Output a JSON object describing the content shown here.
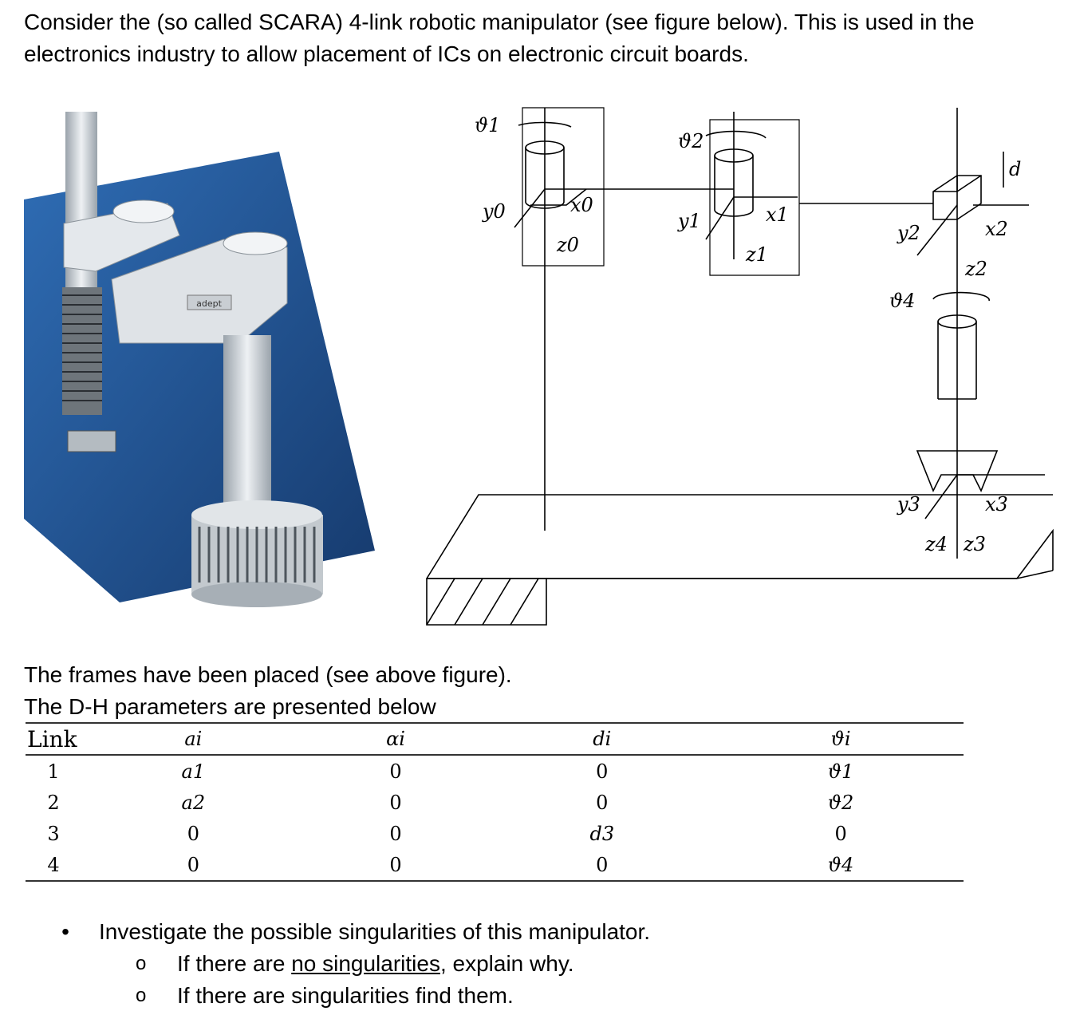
{
  "intro_text": "Consider the (so called SCARA) 4-link robotic manipulator (see figure below). This is used in the electronics industry to allow placement of ICs on electronic circuit boards.",
  "figure": {
    "photo_logo_text": "adept",
    "labels": {
      "theta1": "ϑ1",
      "theta2": "ϑ2",
      "theta4": "ϑ4",
      "y0": "y0",
      "x0": "x0",
      "z0": "z0",
      "y1": "y1",
      "x1": "x1",
      "z1": "z1",
      "y2": "y2",
      "x2": "x2",
      "z2": "z2",
      "y3": "y3",
      "x3": "x3",
      "z3": "z3",
      "z4": "z4",
      "d": "d"
    },
    "colors": {
      "backdrop_blue": "#1f4f8f",
      "robot_body": "#d8dde2",
      "line": "#000000"
    }
  },
  "frames_text": "The frames have been placed (see above figure).",
  "dh_intro": "The D-H parameters are presented below",
  "dh_table": {
    "headers": [
      "Link",
      "ai",
      "αi",
      "di",
      "ϑi"
    ],
    "rows": [
      [
        "1",
        "a1",
        "0",
        "0",
        "ϑ1"
      ],
      [
        "2",
        "a2",
        "0",
        "0",
        "ϑ2"
      ],
      [
        "3",
        "0",
        "0",
        "d3",
        "0"
      ],
      [
        "4",
        "0",
        "0",
        "0",
        "ϑ4"
      ]
    ]
  },
  "questions": {
    "bullet": "•",
    "main": "Investigate the possible singularities of this manipulator.",
    "sub_bullet": "o",
    "sub1_prefix": "If there are ",
    "sub1_underlined": "no singularities",
    "sub1_suffix": ", explain why.",
    "sub2": "If there are singularities find them."
  }
}
